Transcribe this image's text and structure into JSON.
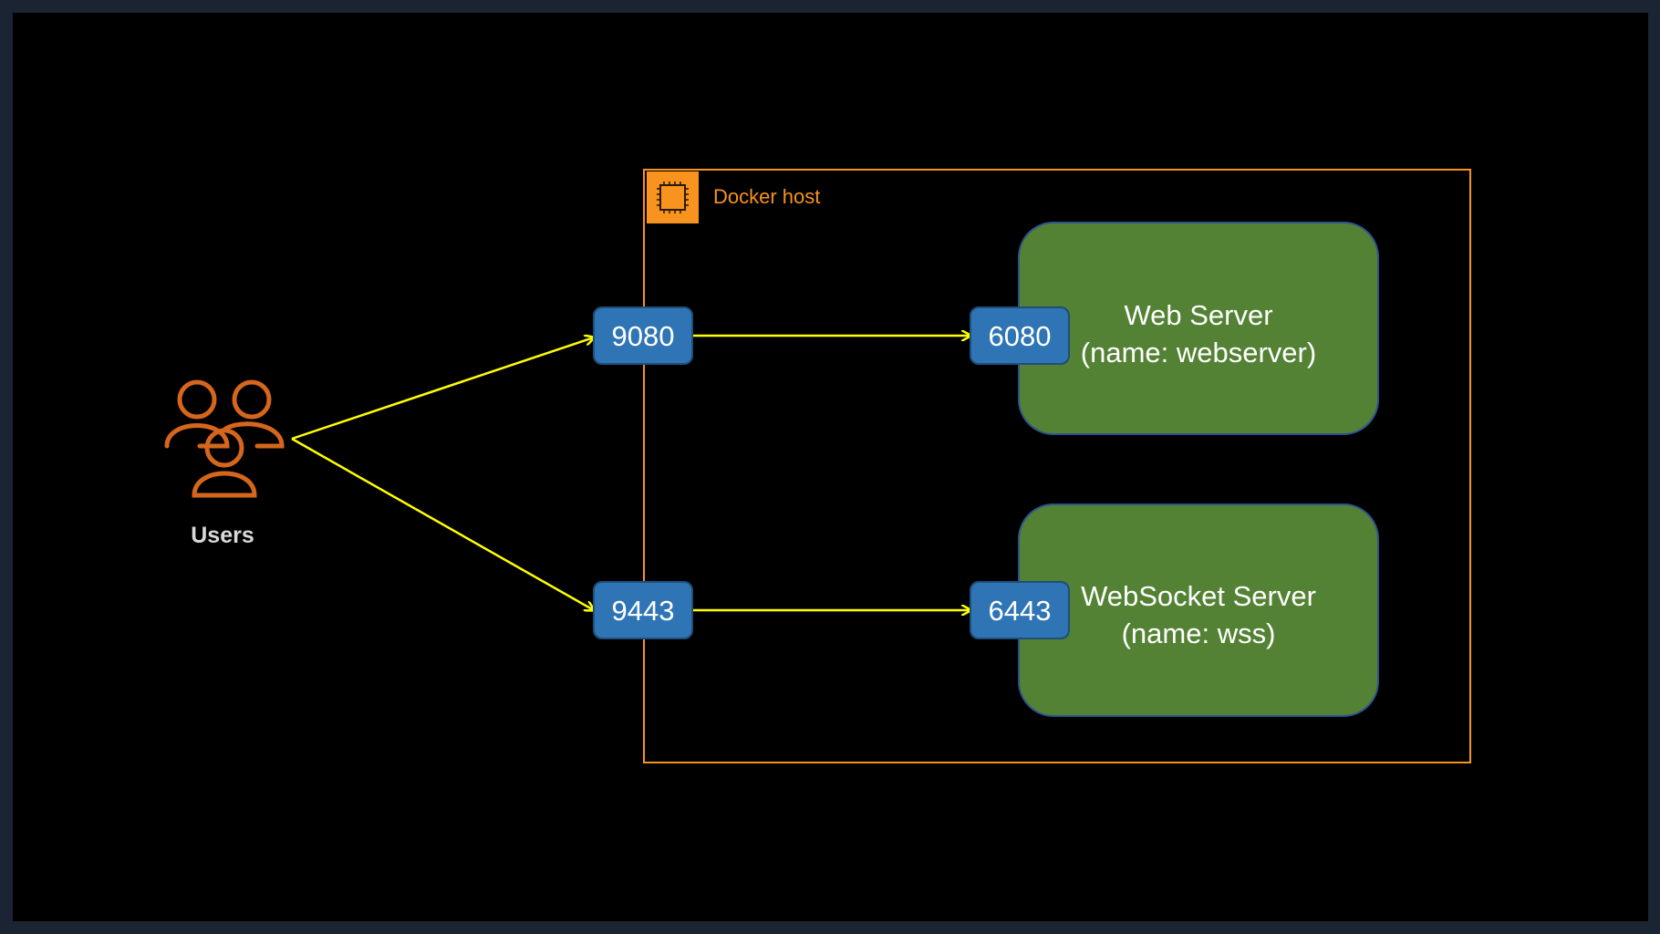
{
  "diagram": {
    "host": {
      "label": "Docker host",
      "icon": "chip-icon",
      "color": "#f7931e"
    },
    "users": {
      "label": "Users",
      "icon": "users-icon",
      "color": "#d5661c"
    },
    "host_ports": [
      {
        "label": "9080"
      },
      {
        "label": "9443"
      }
    ],
    "containers": [
      {
        "title": "Web Server",
        "subtitle": "(name: webserver)",
        "port": "6080"
      },
      {
        "title": "WebSocket Server",
        "subtitle": "(name: wss)",
        "port": "6443"
      }
    ],
    "colors": {
      "port_fill": "#2f75b5",
      "container_fill": "#538234",
      "arrow": "#ffff00",
      "background": "#000000",
      "frame": "#1b2433"
    }
  }
}
